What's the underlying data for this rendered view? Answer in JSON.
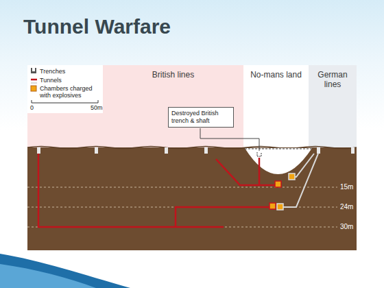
{
  "diagram": {
    "title": "Tunnel Warfare",
    "nodes": [
      {
        "text": [
          "British lines"
        ]
      },
      {
        "text": [
          "No-mans land"
        ]
      },
      {
        "text": [
          "German lines"
        ]
      },
      {
        "text": [
          "Destroyed British trench & shaft"
        ]
      }
    ],
    "labels": [
      "0",
      "50m",
      "15m",
      "24m",
      "30m"
    ],
    "legend": [
      {
        "text": "Trenches"
      },
      {
        "text": "Tunnels"
      },
      {
        "text": "Chambers charged with explosives"
      }
    ]
  }
}
